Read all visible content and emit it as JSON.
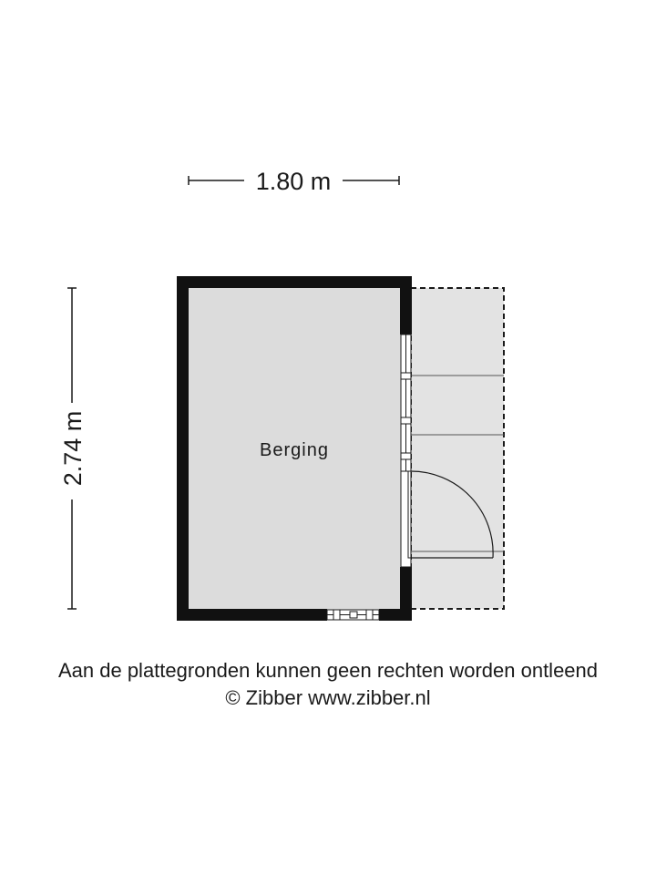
{
  "dimensions": {
    "width_label": "1.80 m",
    "depth_label": "2.74 m"
  },
  "rooms": [
    {
      "label": "Berging"
    }
  ],
  "footer": {
    "disclaimer": "Aan de plattegronden kunnen geen rechten worden ontleend",
    "copyright": "© Zibber www.zibber.nl"
  },
  "colors": {
    "wall": "#111111",
    "floor": "#dcdcdc",
    "outdoor_area": "#e3e3e3",
    "line": "#1a1a1a",
    "background": "#ffffff"
  }
}
